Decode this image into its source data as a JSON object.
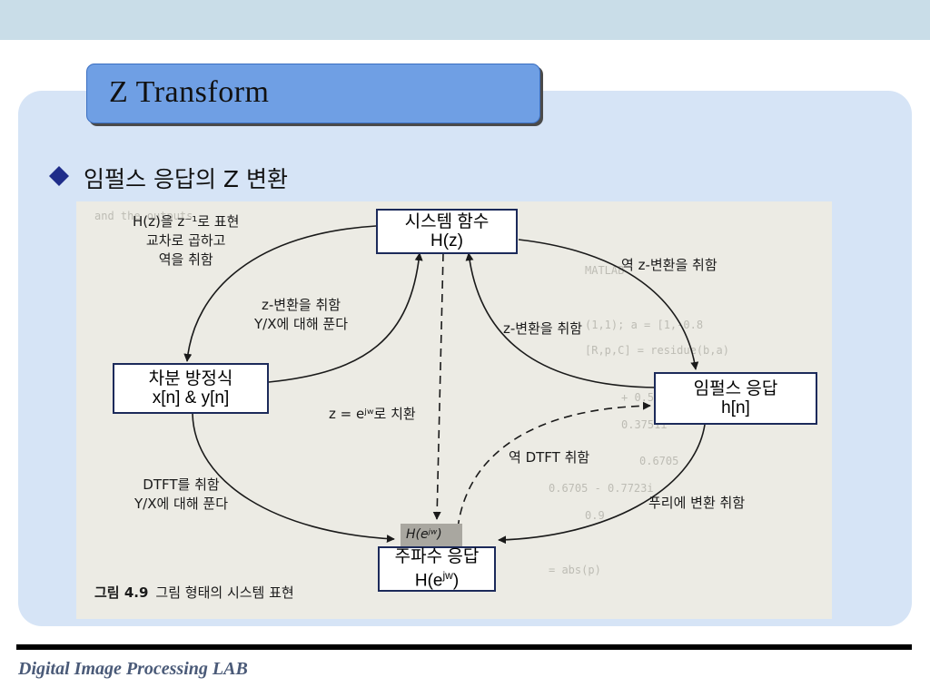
{
  "slide": {
    "title": "Z Transform",
    "heading": "임펄스 응답의 Z 변환",
    "footer": "Digital Image Processing LAB"
  },
  "colors": {
    "title_fill": "#6f9fe4",
    "bullet": "#1f2d8a",
    "node_border": "#1c2a5a",
    "panel": "#d6e4f6"
  },
  "icons": {
    "bullet": "diamond-bullet-icon"
  },
  "figure": {
    "nodes": {
      "system_function": [
        "시스템 함수",
        "H(z)"
      ],
      "difference_eq": [
        "차분 방정식",
        "x[n] & y[n]"
      ],
      "impulse_response": [
        "임펄스 응답",
        "h[n]"
      ],
      "frequency_response": [
        "주파수 응답",
        "H(e",
        "jw",
        ")"
      ]
    },
    "labels": {
      "top_left": [
        "H(z)을 z⁻¹로 표현",
        "교차로 곱하고",
        "역을 취함"
      ],
      "inner_left": [
        "z-변환을 취함",
        "Y/X에 대해 푼다"
      ],
      "inner_right": "z-변환을 취함",
      "top_right": "역 z-변환을 취함",
      "center": "z = eʲʷ로 치환",
      "bottom_left": [
        "DTFT를 취함",
        "Y/X에 대해 푼다"
      ],
      "inverse_dtft": "역 DTFT 취함",
      "bottom_right": "푸리에 변환 취함",
      "stamp": "H(eʲʷ)"
    },
    "caption": {
      "number": "그림 4.9",
      "text": "그림 형태의 시스템 표현"
    }
  }
}
